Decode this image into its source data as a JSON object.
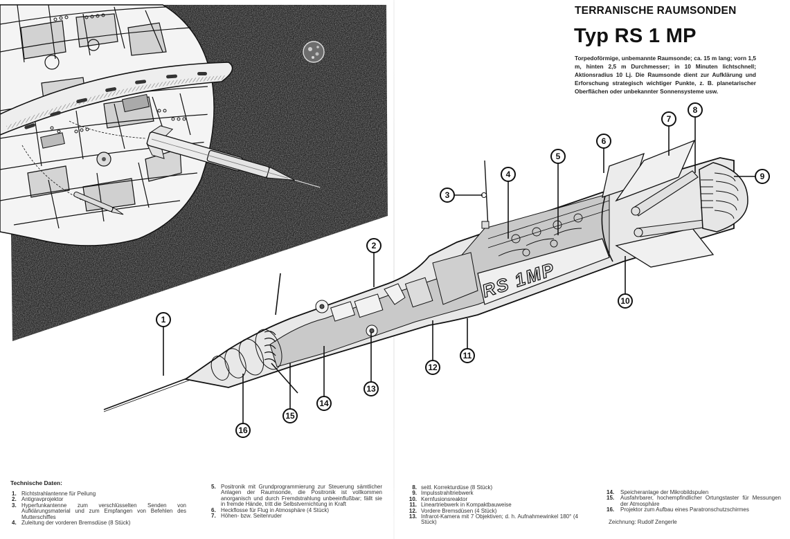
{
  "header": {
    "kicker": "TERRANISCHE RAUMSONDEN",
    "title": "Typ RS 1 MP",
    "intro": "Torpedoförmige, unbemannte Raumsonde; ca. 15 m lang; vorn 1,5 m, hinten 2,5 m Durchmesser; in 10 Minuten lichtschnell; Aktionsradius 10 Lj. Die Raumsonde dient zur Aufklärung und Erforschung strategisch wichtiger Punkte, z. B. planetarischer Oberflächen oder unbekannter Sonnensysteme usw."
  },
  "illustration": {
    "hull_marking": "RS 1MP",
    "background": "space-with-mothership-and-moon",
    "colors": {
      "space": "#2a2a2a",
      "ink": "#111111",
      "hull": "#e6e6e6",
      "panel": "#d2d2d2"
    },
    "callouts": [
      {
        "number": "1"
      },
      {
        "number": "2"
      },
      {
        "number": "3"
      },
      {
        "number": "4"
      },
      {
        "number": "5"
      },
      {
        "number": "6"
      },
      {
        "number": "7"
      },
      {
        "number": "8"
      },
      {
        "number": "9"
      },
      {
        "number": "10"
      },
      {
        "number": "11"
      },
      {
        "number": "12"
      },
      {
        "number": "13"
      },
      {
        "number": "14"
      },
      {
        "number": "15"
      },
      {
        "number": "16"
      }
    ]
  },
  "specs": {
    "heading": "Technische Daten:",
    "items": [
      {
        "num": "1.",
        "text": "Richtstrahlantenne für Peilung"
      },
      {
        "num": "2.",
        "text": "Antigravprojektor"
      },
      {
        "num": "3.",
        "text": "Hyperfunkantenne zum verschlüsselten Senden von Aufklärungsmaterial und zum Empfangen von Befehlen des Mutterschiffes"
      },
      {
        "num": "4.",
        "text": "Zuleitung der vorderen Bremsdüse (8 Stück)"
      },
      {
        "num": "5.",
        "text": "Positronik mit Grundprogrammierung zur Steuerung sämtlicher Anlagen der Raumsonde, die Positronik ist vollkommen anorganisch und durch Fremdstrahlung unbeeinflußbar; fällt sie in fremde Hände, tritt die Selbstvernichtung in Kraft"
      },
      {
        "num": "6.",
        "text": "Heckflosse für Flug in Atmosphäre (4 Stück)"
      },
      {
        "num": "7.",
        "text": "Höhen- bzw. Seitenruder"
      },
      {
        "num": "8.",
        "text": "seitl. Korrekturdüse (8 Stück)"
      },
      {
        "num": "9.",
        "text": "Impulsstrahltriebwerk"
      },
      {
        "num": "10.",
        "text": "Kernfusionsreaktor"
      },
      {
        "num": "11.",
        "text": "Lineartriebwerk in Kompaktbauweise"
      },
      {
        "num": "12.",
        "text": "Vordere Bremsdüsen (4 Stück)"
      },
      {
        "num": "13.",
        "text": "Infrarot-Kamera mit 7 Objektiven; d. h. Aufnahmewinkel 180° (4 Stück)"
      },
      {
        "num": "14.",
        "text": "Speicheranlage der Mikrobildspulen"
      },
      {
        "num": "15.",
        "text": "Ausfahrbarer, hochempfindlicher Ortungstaster für Messungen der Atmosphäre"
      },
      {
        "num": "16.",
        "text": "Projektor zum Aufbau eines Paratronschutzschirmes"
      }
    ],
    "credit": "Zeichnung: Rudolf Zengerle"
  }
}
